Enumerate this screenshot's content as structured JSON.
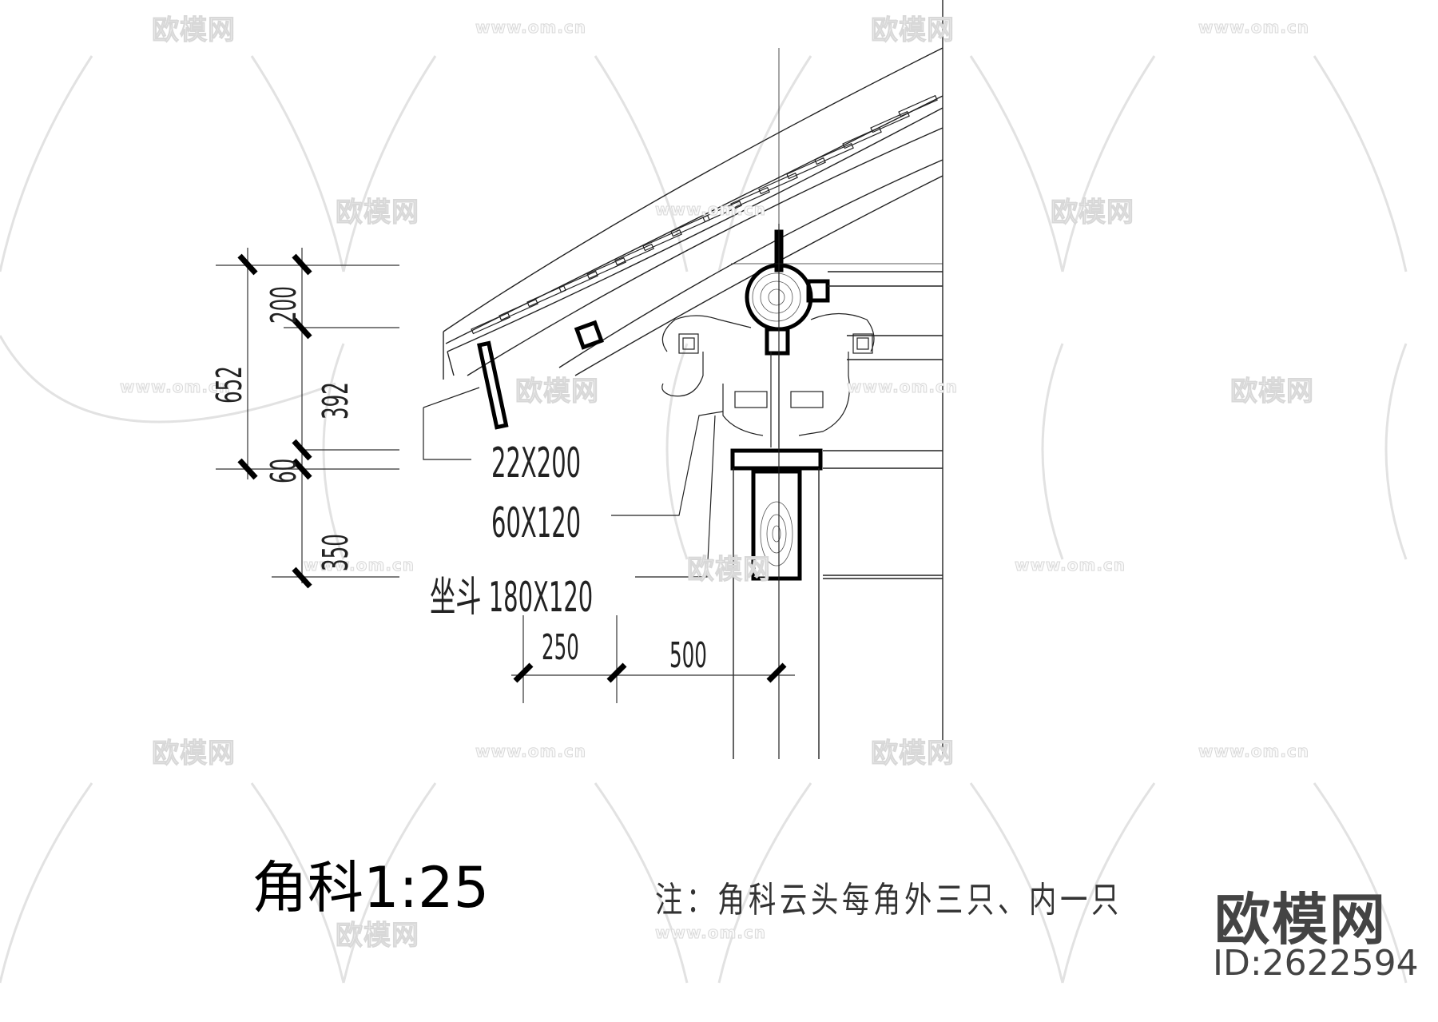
{
  "drawing": {
    "title": "角科1:25",
    "note": "注：角科云头每角外三只、内一只",
    "scale": "1:25",
    "subject": "角科 (corner bracket set) section"
  },
  "dimensions": {
    "vertical_outer": [
      "652"
    ],
    "vertical_inner": [
      "200",
      "392",
      "60",
      "350"
    ],
    "horizontal": [
      "250",
      "500"
    ]
  },
  "labels": {
    "callout_1": "22X200",
    "callout_2": "60X120",
    "callout_3": "坐斗 180X120"
  },
  "watermark": {
    "brand": "欧模网",
    "url": "www.om.cn",
    "id": "ID:2622594"
  },
  "colors": {
    "line": "#222222",
    "heavy": "#000000",
    "watermark": "#d9d9d9",
    "background": "#ffffff"
  }
}
